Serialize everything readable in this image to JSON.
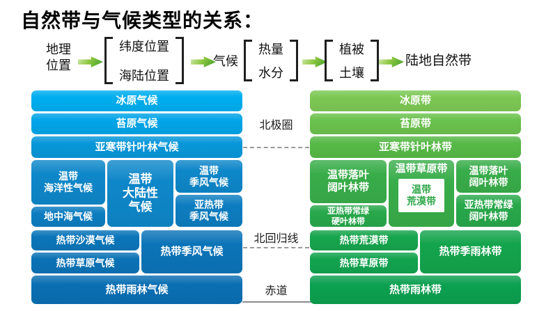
{
  "title": "自然带与气候类型的关系：",
  "flow": {
    "geographic_position": "地理\n位置",
    "position_factors": [
      "纬度位置",
      "海陆位置"
    ],
    "climate": "气候",
    "climate_factors": [
      "热量",
      "水分"
    ],
    "result_factors": [
      "植被",
      "土壤"
    ],
    "terrestrial_zone": "陆地自然带"
  },
  "latitude_lines": {
    "arctic_circle": "北极圈",
    "tropic_of_cancer": "北回归线",
    "equator": "赤道"
  },
  "climate_column": {
    "ice_cap": "冰原气候",
    "tundra": "苔原气候",
    "subarctic_coniferous": "亚寒带针叶林气候",
    "temperate_oceanic": "温带\n海洋性气候",
    "temperate_continental": "温带\n大陆性\n气候",
    "temperate_monsoon": "温带\n季风气候",
    "mediterranean": "地中海气候",
    "subtropical_monsoon": "亚热带\n季风气候",
    "tropical_desert": "热带沙漠气候",
    "tropical_savanna": "热带草原气候",
    "tropical_monsoon": "热带季风气候",
    "tropical_rainforest": "热带雨林气候"
  },
  "zone_column": {
    "ice_cap": "冰原带",
    "tundra": "苔原带",
    "subarctic_coniferous": "亚寒带针叶林带",
    "temperate_deciduous_left": "温带落叶\n阔叶林带",
    "subtropical_sclerophyll": "亚热带常绿\n硬叶林带",
    "temperate_grassland": "温带草原带",
    "temperate_desert": "温带\n荒漠带",
    "temperate_deciduous_right": "温带落叶\n阔叶林带",
    "subtropical_broadleaf": "亚热带常绿\n阔叶林带",
    "tropical_desert": "热带荒漠带",
    "tropical_savanna": "热带草原带",
    "tropical_monsoon_forest": "热带季雨林带",
    "tropical_rainforest": "热带雨林带"
  },
  "colors": {
    "blue_row1": "#00AEEF",
    "blue_row2": "#02A5E8",
    "blue_row3": "#0897D9",
    "blue_mid_upper": "#0E87C9",
    "blue_mid_lower": "#0D7DC0",
    "blue_row5": "#0B76BA",
    "blue_row5b": "#0B72B6",
    "blue_row5c": "#0B74B8",
    "blue_row6": "#0A6FB3",
    "green_row1": "#7CC854",
    "green_row2": "#6BC24D",
    "green_row3": "#57B947",
    "green_mid_upper": "#39AD4A",
    "green_mid_lower": "#28A84B",
    "green_row5": "#17A54D",
    "green_row5b": "#12A34E",
    "green_row5c": "#14A44D",
    "green_row6": "#0CA050",
    "arrow_start": "#D9EDBB",
    "arrow_end": "#3A9A2C",
    "bracket": "#1F1F1F",
    "line_gray": "#999999",
    "equator_line": "#8C8C8C",
    "desert_text": "#2FA84A"
  }
}
